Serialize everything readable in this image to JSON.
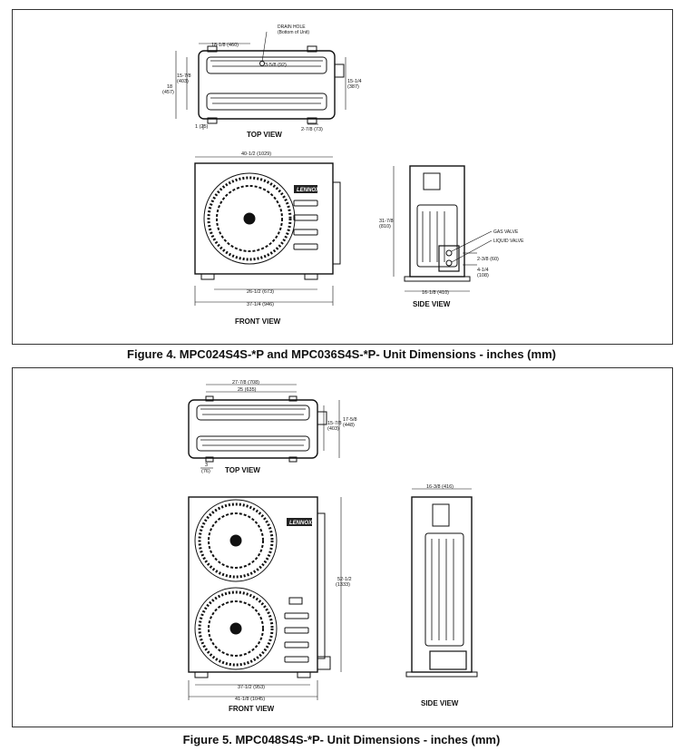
{
  "figure4": {
    "caption": "Figure 4.   MPC024S4S-*P and MPC036S4S-*P- Unit Dimensions - inches (mm)",
    "top_view": {
      "label": "TOP VIEW",
      "drain_hole": "DRAIN HOLE",
      "drain_hole_note": "(Bottom of Unit)",
      "dim_width": "18-1/8 (460)",
      "dim_drain": "3-5/8 (92)",
      "dim_depth_a": "15-7/8",
      "dim_depth_a_mm": "(403)",
      "dim_depth_b": "18",
      "dim_depth_b_mm": "(457)",
      "dim_depth_c": "15-1/4",
      "dim_depth_c_mm": "(387)",
      "dim_foot_a": "1 (25)",
      "dim_foot_b": "2-7/8 (73)"
    },
    "front_view": {
      "label": "FRONT VIEW",
      "brand": "LENNOX",
      "dim_width": "40-1/2 (1029)",
      "dim_feet": "26-1/2 (673)",
      "dim_base": "37-1/4 (946)"
    },
    "side_view": {
      "label": "SIDE VIEW",
      "gas_valve": "GAS VALVE",
      "liquid_valve": "LIQUID VALVE",
      "dim_height": "31-7/8",
      "dim_height_mm": "(810)",
      "dim_valve_a": "2-3/8 (60)",
      "dim_valve_b": "4-1/4",
      "dim_valve_b_mm": "(108)",
      "dim_depth": "16-1/8 (410)"
    }
  },
  "figure5": {
    "caption": "Figure 5.   MPC048S4S-*P- Unit Dimensions - inches (mm)",
    "top_view": {
      "label": "TOP VIEW",
      "dim_width_a": "27-7/8 (708)",
      "dim_width_b": "25 (635)",
      "dim_depth_a": "15-7/8",
      "dim_depth_a_mm": "(403)",
      "dim_depth_b": "17-5/8",
      "dim_depth_b_mm": "(448)",
      "dim_foot": "3",
      "dim_foot_mm": "(76)"
    },
    "front_view": {
      "label": "FRONT VIEW",
      "brand": "LENNOX",
      "dim_height": "52-1/2",
      "dim_height_mm": "(1333)",
      "dim_feet": "37-1/2 (953)",
      "dim_base": "41-1/8 (1045)"
    },
    "side_view": {
      "label": "SIDE VIEW",
      "dim_depth": "16-3/8 (416)"
    }
  },
  "colors": {
    "line": "#111111",
    "logo_bg": "#222222",
    "frame": "#333333"
  }
}
